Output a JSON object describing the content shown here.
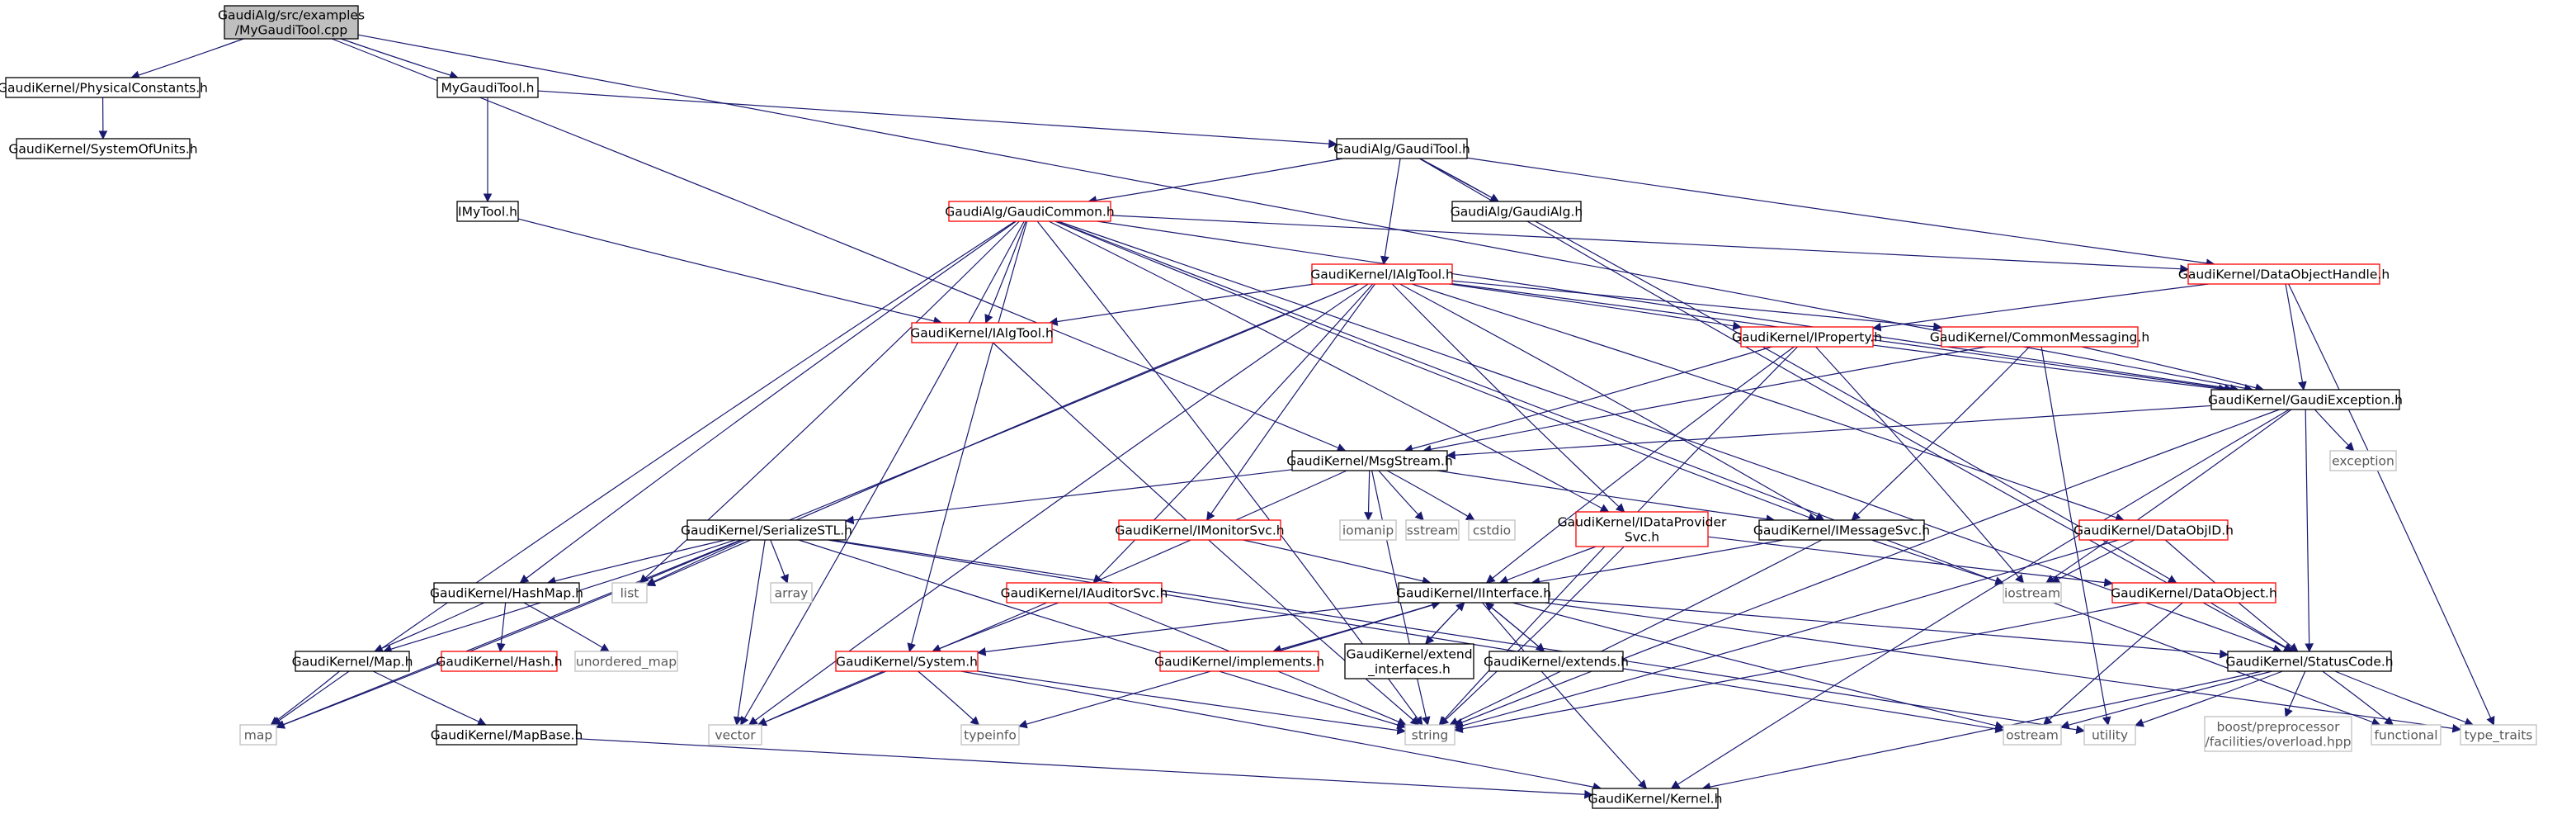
{
  "colors": {
    "root_fill": "#bfbfbf",
    "node_fill": "#ffffff",
    "normal_border": "#000000",
    "truncated_border": "#ff0000",
    "external_border": "#bfbfbf",
    "external_text": "#595959",
    "edge": "#191970"
  },
  "nodes": [
    {
      "id": "root",
      "label": [
        "GaudiAlg/src/examples",
        "/MyGaudiTool.cpp"
      ],
      "kind": "root"
    },
    {
      "id": "physconst",
      "label": [
        "GaudiKernel/PhysicalConstants.h"
      ],
      "kind": "normal"
    },
    {
      "id": "sysunits",
      "label": [
        "GaudiKernel/SystemOfUnits.h"
      ],
      "kind": "normal"
    },
    {
      "id": "mygauditool",
      "label": [
        "MyGaudiTool.h"
      ],
      "kind": "normal"
    },
    {
      "id": "gauditool",
      "label": [
        "GaudiAlg/GaudiTool.h"
      ],
      "kind": "normal"
    },
    {
      "id": "imytool",
      "label": [
        "IMyTool.h"
      ],
      "kind": "normal"
    },
    {
      "id": "gaudialg",
      "label": [
        "GaudiAlg/GaudiAlg.h"
      ],
      "kind": "normal"
    },
    {
      "id": "gaudicommon",
      "label": [
        "GaudiAlg/GaudiCommon.h"
      ],
      "kind": "truncated"
    },
    {
      "id": "ialgtool",
      "label": [
        "GaudiKernel/IAlgTool.h"
      ],
      "kind": "truncated"
    },
    {
      "id": "ialgtoolh",
      "label": [
        "GaudiKernel/IAlgTool.h"
      ],
      "kind": "truncated"
    },
    {
      "id": "dataobjhandle",
      "label": [
        "GaudiKernel/DataObjectHandle.h"
      ],
      "kind": "truncated"
    },
    {
      "id": "iproperty",
      "label": [
        "GaudiKernel/IProperty.h"
      ],
      "kind": "truncated"
    },
    {
      "id": "commonmsg",
      "label": [
        "GaudiKernel/CommonMessaging.h"
      ],
      "kind": "truncated"
    },
    {
      "id": "gaudiexc",
      "label": [
        "GaudiKernel/GaudiException.h"
      ],
      "kind": "normal"
    },
    {
      "id": "exception",
      "label": [
        "exception"
      ],
      "kind": "external"
    },
    {
      "id": "msgstream",
      "label": [
        "GaudiKernel/MsgStream.h"
      ],
      "kind": "normal"
    },
    {
      "id": "serializestl",
      "label": [
        "GaudiKernel/SerializeSTL.h"
      ],
      "kind": "normal"
    },
    {
      "id": "imonitorsvc",
      "label": [
        "GaudiKernel/IMonitorSvc.h"
      ],
      "kind": "truncated"
    },
    {
      "id": "iomanip",
      "label": [
        "iomanip"
      ],
      "kind": "external"
    },
    {
      "id": "sstream",
      "label": [
        "sstream"
      ],
      "kind": "external"
    },
    {
      "id": "cstdio",
      "label": [
        "cstdio"
      ],
      "kind": "external"
    },
    {
      "id": "idataprov",
      "label": [
        "GaudiKernel/IDataProvider",
        "Svc.h"
      ],
      "kind": "truncated"
    },
    {
      "id": "imessagesvc",
      "label": [
        "GaudiKernel/IMessageSvc.h"
      ],
      "kind": "normal"
    },
    {
      "id": "dataobjid",
      "label": [
        "GaudiKernel/DataObjID.h"
      ],
      "kind": "truncated"
    },
    {
      "id": "hashmap",
      "label": [
        "GaudiKernel/HashMap.h"
      ],
      "kind": "normal"
    },
    {
      "id": "list",
      "label": [
        "list"
      ],
      "kind": "external"
    },
    {
      "id": "array",
      "label": [
        "array"
      ],
      "kind": "external"
    },
    {
      "id": "iauditorsvc",
      "label": [
        "GaudiKernel/IAuditorSvc.h"
      ],
      "kind": "truncated"
    },
    {
      "id": "iinterface",
      "label": [
        "GaudiKernel/IInterface.h"
      ],
      "kind": "normal"
    },
    {
      "id": "iostream",
      "label": [
        "iostream"
      ],
      "kind": "external"
    },
    {
      "id": "dataobject",
      "label": [
        "GaudiKernel/DataObject.h"
      ],
      "kind": "truncated"
    },
    {
      "id": "map_h",
      "label": [
        "GaudiKernel/Map.h"
      ],
      "kind": "normal"
    },
    {
      "id": "hash_h",
      "label": [
        "GaudiKernel/Hash.h"
      ],
      "kind": "truncated"
    },
    {
      "id": "unordered_map",
      "label": [
        "unordered_map"
      ],
      "kind": "external"
    },
    {
      "id": "system_h",
      "label": [
        "GaudiKernel/System.h"
      ],
      "kind": "truncated"
    },
    {
      "id": "implements",
      "label": [
        "GaudiKernel/implements.h"
      ],
      "kind": "truncated"
    },
    {
      "id": "extend_if",
      "label": [
        "GaudiKernel/extend",
        "_interfaces.h"
      ],
      "kind": "normal"
    },
    {
      "id": "extends",
      "label": [
        "GaudiKernel/extends.h"
      ],
      "kind": "normal"
    },
    {
      "id": "statuscode",
      "label": [
        "GaudiKernel/StatusCode.h"
      ],
      "kind": "normal"
    },
    {
      "id": "map",
      "label": [
        "map"
      ],
      "kind": "external"
    },
    {
      "id": "vector",
      "label": [
        "vector"
      ],
      "kind": "external"
    },
    {
      "id": "mapbase",
      "label": [
        "GaudiKernel/MapBase.h"
      ],
      "kind": "normal"
    },
    {
      "id": "typeinfo",
      "label": [
        "typeinfo"
      ],
      "kind": "external"
    },
    {
      "id": "string",
      "label": [
        "string"
      ],
      "kind": "external"
    },
    {
      "id": "ostream",
      "label": [
        "ostream"
      ],
      "kind": "external"
    },
    {
      "id": "utility",
      "label": [
        "utility"
      ],
      "kind": "external"
    },
    {
      "id": "boostpp",
      "label": [
        "boost/preprocessor",
        "/facilities/overload.hpp"
      ],
      "kind": "external"
    },
    {
      "id": "functional",
      "label": [
        "functional"
      ],
      "kind": "external"
    },
    {
      "id": "type_traits",
      "label": [
        "type_traits"
      ],
      "kind": "external"
    },
    {
      "id": "kernel_h",
      "label": [
        "GaudiKernel/Kernel.h"
      ],
      "kind": "normal"
    }
  ],
  "edges": [
    [
      "root",
      "physconst"
    ],
    [
      "root",
      "mygauditool"
    ],
    [
      "root",
      "msgstream"
    ],
    [
      "root",
      "gaudiexc"
    ],
    [
      "physconst",
      "sysunits"
    ],
    [
      "mygauditool",
      "gauditool"
    ],
    [
      "mygauditool",
      "imytool"
    ],
    [
      "imytool",
      "ialgtoolh"
    ],
    [
      "gauditool",
      "gaudicommon"
    ],
    [
      "gauditool",
      "ialgtool"
    ],
    [
      "gauditool",
      "gaudialg"
    ],
    [
      "gauditool",
      "dataobjhandle"
    ],
    [
      "gauditool",
      "dataobject"
    ],
    [
      "gauditool",
      "statuscode"
    ],
    [
      "gaudicommon",
      "ialgtoolh"
    ],
    [
      "gaudicommon",
      "dataobjhandle"
    ],
    [
      "gaudicommon",
      "gaudiexc"
    ],
    [
      "gaudicommon",
      "imessagesvc"
    ],
    [
      "gaudicommon",
      "idataprov"
    ],
    [
      "gaudicommon",
      "hashmap"
    ],
    [
      "gaudicommon",
      "list"
    ],
    [
      "gaudicommon",
      "map"
    ],
    [
      "gaudicommon",
      "vector"
    ],
    [
      "gaudicommon",
      "system_h"
    ],
    [
      "gaudicommon",
      "string"
    ],
    [
      "gaudicommon",
      "functional"
    ],
    [
      "gaudicommon",
      "statuscode"
    ],
    [
      "ialgtool",
      "ialgtoolh"
    ],
    [
      "ialgtool",
      "iproperty"
    ],
    [
      "ialgtool",
      "commonmsg"
    ],
    [
      "ialgtool",
      "dataobjid"
    ],
    [
      "ialgtool",
      "idataprov"
    ],
    [
      "ialgtool",
      "imessagesvc"
    ],
    [
      "ialgtool",
      "imonitorsvc"
    ],
    [
      "ialgtool",
      "iauditorsvc"
    ],
    [
      "ialgtool",
      "list"
    ],
    [
      "ialgtool",
      "map"
    ],
    [
      "ialgtool",
      "vector"
    ],
    [
      "ialgtool",
      "gaudiexc"
    ],
    [
      "ialgtoolh",
      "string"
    ],
    [
      "dataobjhandle",
      "gaudiexc"
    ],
    [
      "dataobjhandle",
      "iproperty"
    ],
    [
      "dataobjhandle",
      "type_traits"
    ],
    [
      "iproperty",
      "gaudiexc"
    ],
    [
      "iproperty",
      "msgstream"
    ],
    [
      "iproperty",
      "iinterface"
    ],
    [
      "iproperty",
      "iostream"
    ],
    [
      "iproperty",
      "string"
    ],
    [
      "commonmsg",
      "gaudiexc"
    ],
    [
      "commonmsg",
      "msgstream"
    ],
    [
      "commonmsg",
      "imessagesvc"
    ],
    [
      "commonmsg",
      "utility"
    ],
    [
      "gaudiexc",
      "msgstream"
    ],
    [
      "gaudiexc",
      "exception"
    ],
    [
      "gaudiexc",
      "iostream"
    ],
    [
      "gaudiexc",
      "string"
    ],
    [
      "gaudiexc",
      "statuscode"
    ],
    [
      "gaudiexc",
      "kernel_h"
    ],
    [
      "msgstream",
      "serializestl"
    ],
    [
      "msgstream",
      "imessagesvc"
    ],
    [
      "msgstream",
      "iomanip"
    ],
    [
      "msgstream",
      "sstream"
    ],
    [
      "msgstream",
      "cstdio"
    ],
    [
      "msgstream",
      "string"
    ],
    [
      "msgstream",
      "vector"
    ],
    [
      "serializestl",
      "hashmap"
    ],
    [
      "serializestl",
      "map_h"
    ],
    [
      "serializestl",
      "list"
    ],
    [
      "serializestl",
      "array"
    ],
    [
      "serializestl",
      "vector"
    ],
    [
      "serializestl",
      "map"
    ],
    [
      "serializestl",
      "ostream"
    ],
    [
      "serializestl",
      "utility"
    ],
    [
      "serializestl",
      "string"
    ],
    [
      "imonitorsvc",
      "iinterface"
    ],
    [
      "idataprov",
      "iinterface"
    ],
    [
      "idataprov",
      "string"
    ],
    [
      "idataprov",
      "dataobject"
    ],
    [
      "imessagesvc",
      "iinterface"
    ],
    [
      "imessagesvc",
      "iostream"
    ],
    [
      "imessagesvc",
      "string"
    ],
    [
      "dataobjid",
      "iostream"
    ],
    [
      "dataobjid",
      "string"
    ],
    [
      "dataobjid",
      "statuscode"
    ],
    [
      "hashmap",
      "map_h"
    ],
    [
      "hashmap",
      "hash_h"
    ],
    [
      "hashmap",
      "unordered_map"
    ],
    [
      "iauditorsvc",
      "system_h"
    ],
    [
      "iauditorsvc",
      "string"
    ],
    [
      "iinterface",
      "system_h"
    ],
    [
      "iinterface",
      "implements"
    ],
    [
      "iinterface",
      "extend_if"
    ],
    [
      "iinterface",
      "extends"
    ],
    [
      "iinterface",
      "statuscode"
    ],
    [
      "iinterface",
      "typeinfo"
    ],
    [
      "iinterface",
      "ostream"
    ],
    [
      "iinterface",
      "type_traits"
    ],
    [
      "iinterface",
      "kernel_h"
    ],
    [
      "implements",
      "iinterface"
    ],
    [
      "extend_if",
      "iinterface"
    ],
    [
      "extends",
      "iinterface"
    ],
    [
      "dataobject",
      "statuscode"
    ],
    [
      "dataobject",
      "string"
    ],
    [
      "dataobject",
      "ostream"
    ],
    [
      "map_h",
      "map"
    ],
    [
      "map_h",
      "mapbase"
    ],
    [
      "mapbase",
      "kernel_h"
    ],
    [
      "system_h",
      "vector"
    ],
    [
      "system_h",
      "typeinfo"
    ],
    [
      "system_h",
      "string"
    ],
    [
      "system_h",
      "kernel_h"
    ],
    [
      "statuscode",
      "ostream"
    ],
    [
      "statuscode",
      "utility"
    ],
    [
      "statuscode",
      "boostpp"
    ],
    [
      "statuscode",
      "functional"
    ],
    [
      "statuscode",
      "type_traits"
    ],
    [
      "statuscode",
      "kernel_h"
    ]
  ]
}
